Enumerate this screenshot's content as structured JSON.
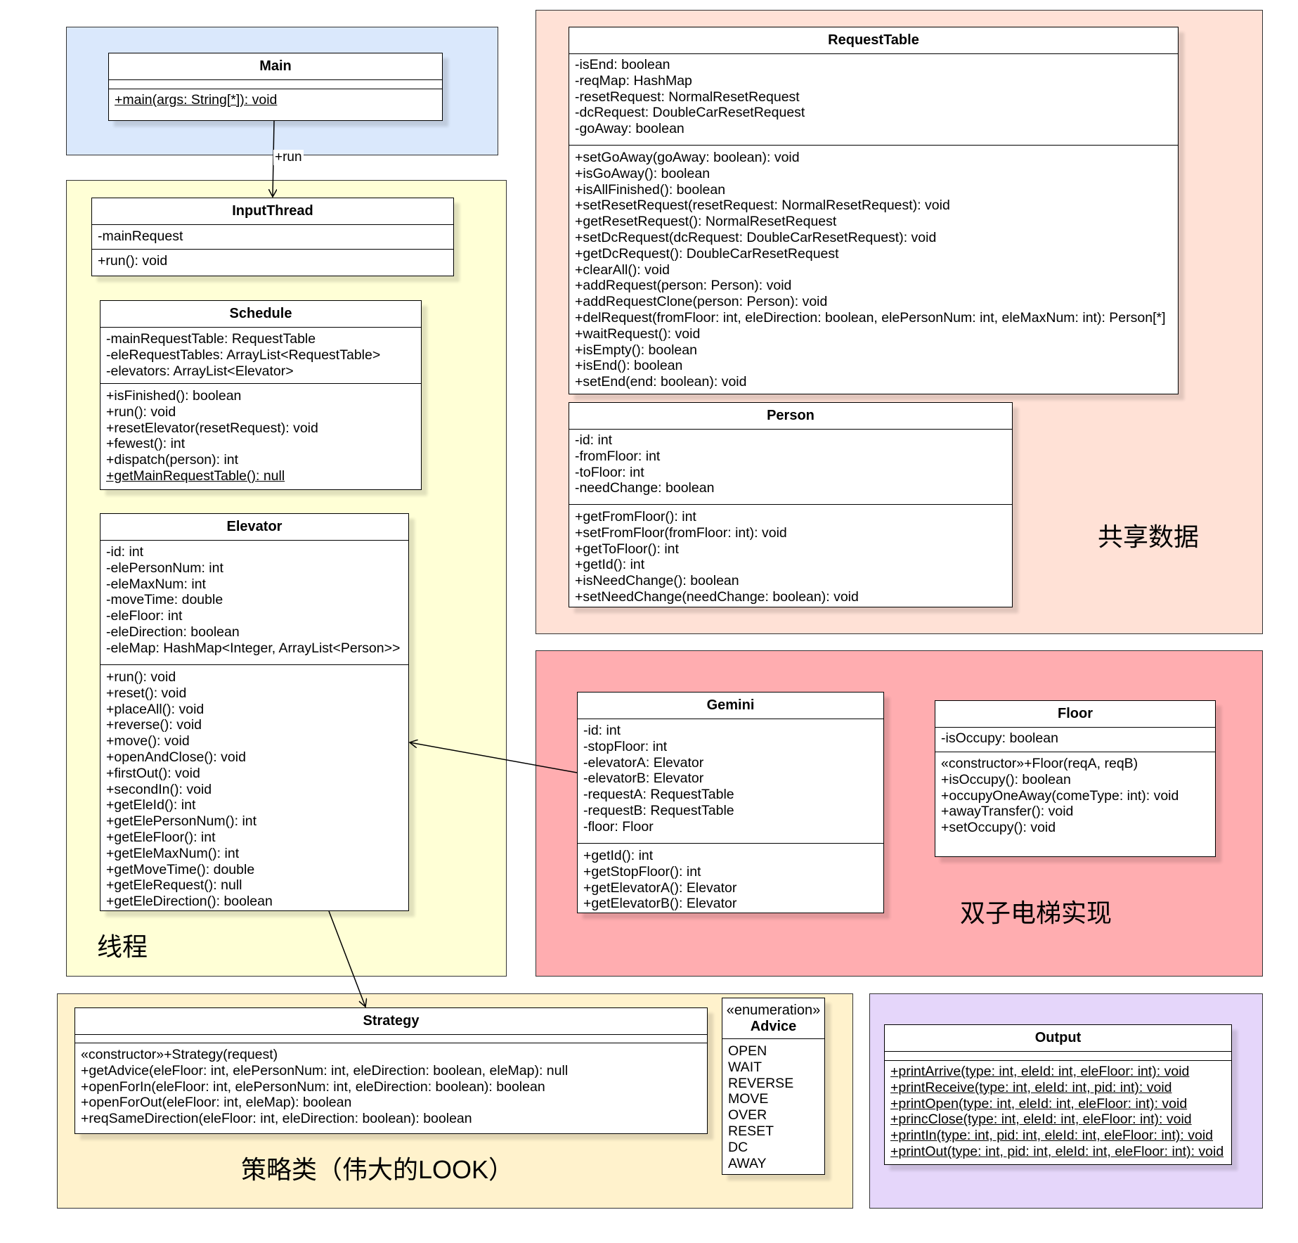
{
  "packages": {
    "main": {
      "color": "#dae8fc"
    },
    "thread": {
      "color": "#ffffd6",
      "label": "线程"
    },
    "shared": {
      "color": "#ffe1d6",
      "label": "共享数据"
    },
    "gemini": {
      "color": "#ffadb0",
      "label": "双子电梯实现"
    },
    "strategy": {
      "color": "#fff2cc",
      "label": "策略类（伟大的LOOK）"
    },
    "output": {
      "color": "#e5d6fa"
    }
  },
  "classes": {
    "main": {
      "name": "Main",
      "attributes": [],
      "methods": [
        "+main(args: String[*]): void"
      ]
    },
    "input_thread": {
      "name": "InputThread",
      "attributes": [
        "-mainRequest"
      ],
      "methods": [
        "+run(): void"
      ]
    },
    "schedule": {
      "name": "Schedule",
      "attributes": [
        "-mainRequestTable: RequestTable",
        "-eleRequestTables: ArrayList<RequestTable>",
        "-elevators: ArrayList<Elevator>"
      ],
      "methods": [
        "+isFinished(): boolean",
        "+run(): void",
        "+resetElevator(resetRequest): void",
        "+fewest(): int",
        "+dispatch(person): int",
        "+getMainRequestTable(): null"
      ]
    },
    "elevator": {
      "name": "Elevator",
      "attributes": [
        "-id: int",
        "-elePersonNum: int",
        "-eleMaxNum: int",
        "-moveTime: double",
        "-eleFloor: int",
        "-eleDirection: boolean",
        "-eleMap: HashMap<Integer, ArrayList<Person>>"
      ],
      "methods": [
        "+run(): void",
        "+reset(): void",
        "+placeAll(): void",
        "+reverse(): void",
        "+move(): void",
        "+openAndClose(): void",
        "+firstOut(): void",
        "+secondIn(): void",
        "+getEleId(): int",
        "+getElePersonNum(): int",
        "+getEleFloor(): int",
        "+getEleMaxNum(): int",
        "+getMoveTime(): double",
        "+getEleRequest(): null",
        "+getEleDirection(): boolean"
      ]
    },
    "request_table": {
      "name": "RequestTable",
      "attributes": [
        "-isEnd: boolean",
        "-reqMap: HashMap",
        "-resetRequest: NormalResetRequest",
        "-dcRequest: DoubleCarResetRequest",
        "-goAway: boolean"
      ],
      "methods": [
        "+setGoAway(goAway: boolean): void",
        "+isGoAway(): boolean",
        "+isAllFinished(): boolean",
        "+setResetRequest(resetRequest: NormalResetRequest): void",
        "+getResetRequest(): NormalResetRequest",
        "+setDcRequest(dcRequest: DoubleCarResetRequest): void",
        "+getDcRequest(): DoubleCarResetRequest",
        "+clearAll(): void",
        "+addRequest(person: Person): void",
        "+addRequestClone(person: Person): void",
        "+delRequest(fromFloor: int, eleDirection: boolean, elePersonNum: int, eleMaxNum: int): Person[*]",
        "+waitRequest(): void",
        "+isEmpty(): boolean",
        "+isEnd(): boolean",
        "+setEnd(end: boolean): void"
      ]
    },
    "person": {
      "name": "Person",
      "attributes": [
        "-id: int",
        "-fromFloor: int",
        "-toFloor: int",
        "-needChange: boolean"
      ],
      "methods": [
        "+getFromFloor(): int",
        "+setFromFloor(fromFloor: int): void",
        "+getToFloor(): int",
        "+getId(): int",
        "+isNeedChange(): boolean",
        "+setNeedChange(needChange: boolean): void"
      ]
    },
    "gemini": {
      "name": "Gemini",
      "attributes": [
        "-id: int",
        "-stopFloor: int",
        "-elevatorA: Elevator",
        "-elevatorB: Elevator",
        "-requestA: RequestTable",
        "-requestB: RequestTable",
        "-floor: Floor"
      ],
      "methods": [
        "+getId(): int",
        "+getStopFloor(): int",
        "+getElevatorA(): Elevator",
        "+getElevatorB(): Elevator"
      ]
    },
    "floor": {
      "name": "Floor",
      "attributes": [
        "-isOccupy: boolean"
      ],
      "methods": [
        "«constructor»+Floor(reqA, reqB)",
        "+isOccupy(): boolean",
        "+occupyOneAway(comeType: int): void",
        "+awayTransfer(): void",
        "+setOccupy(): void"
      ]
    },
    "strategy": {
      "name": "Strategy",
      "attributes": [],
      "methods": [
        "«constructor»+Strategy(request)",
        "+getAdvice(eleFloor: int, elePersonNum: int, eleDirection: boolean, eleMap): null",
        "+openForIn(eleFloor: int, elePersonNum: int, eleDirection: boolean): boolean",
        "+openForOut(eleFloor: int, eleMap): boolean",
        "+reqSameDirection(eleFloor: int, eleDirection: boolean): boolean"
      ]
    },
    "advice": {
      "stereotype": "«enumeration»",
      "name": "Advice",
      "literals": [
        "OPEN",
        "WAIT",
        "REVERSE",
        "MOVE",
        "OVER",
        "RESET",
        "DC",
        "AWAY"
      ]
    },
    "output": {
      "name": "Output",
      "attributes": [],
      "methods": [
        "+printArrive(type: int, eleId: int, eleFloor: int): void",
        "+printReceive(type: int, eleId: int, pid: int): void",
        "+printOpen(type: int, eleId: int, eleFloor: int): void",
        "+princClose(type: int, eleId: int, eleFloor: int): void",
        "+printIn(type: int, pid: int, eleId: int, eleFloor: int): void",
        "+printOut(type: int, pid: int, eleId: int, eleFloor: int): void"
      ]
    }
  },
  "relations": [
    {
      "from": "Main",
      "to": "InputThread",
      "label": "+run"
    },
    {
      "from": "Gemini",
      "to": "Elevator",
      "label": ""
    },
    {
      "from": "Elevator",
      "to": "Strategy",
      "label": ""
    }
  ]
}
